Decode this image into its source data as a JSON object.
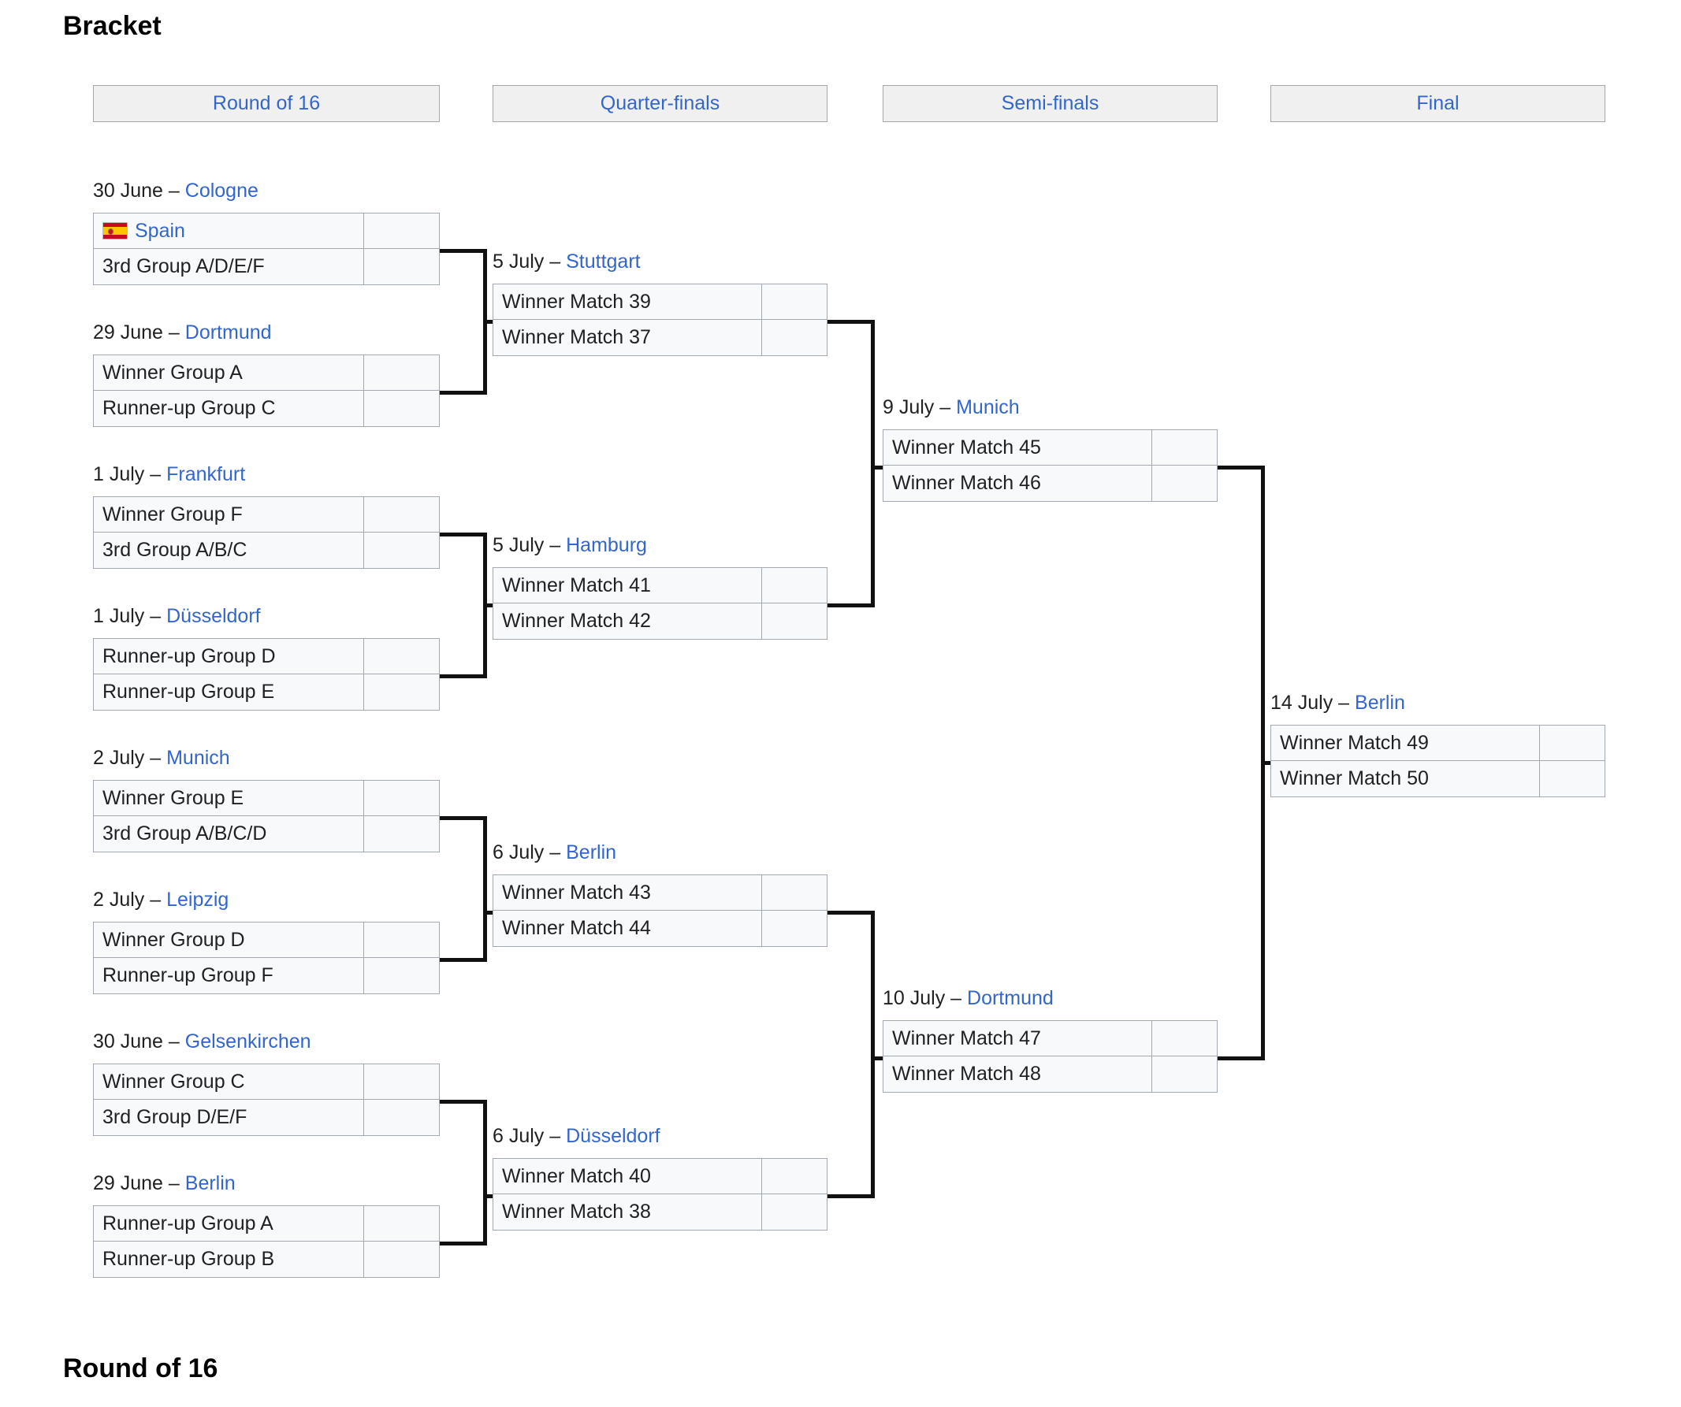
{
  "page": {
    "title": "Bracket",
    "bottom_heading": "Round of 16"
  },
  "colors": {
    "link": "#3366cc",
    "border": "#a2a9b1",
    "cell_bg": "#f8f9fa",
    "head_bg": "#f0f0f0",
    "connector": "#111111",
    "text": "#202122"
  },
  "round_headers": [
    {
      "label": "Round of 16"
    },
    {
      "label": "Quarter-finals"
    },
    {
      "label": "Semi-finals"
    },
    {
      "label": "Final"
    }
  ],
  "bracket_data": {
    "type": "single-elimination-bracket",
    "rounds": [
      "Round of 16",
      "Quarter-finals",
      "Semi-finals",
      "Final"
    ],
    "round_of_16": [
      {
        "date": "30 June",
        "sep": " – ",
        "venue": "Cologne",
        "top": {
          "team": "Spain",
          "is_link": true,
          "flag": "spain-flag",
          "score": ""
        },
        "bottom": {
          "team": "3rd Group A/D/E/F",
          "is_link": false,
          "score": ""
        }
      },
      {
        "date": "29 June",
        "sep": " – ",
        "venue": "Dortmund",
        "top": {
          "team": "Winner Group A",
          "is_link": false,
          "score": ""
        },
        "bottom": {
          "team": "Runner-up Group C",
          "is_link": false,
          "score": ""
        }
      },
      {
        "date": "1 July",
        "sep": " – ",
        "venue": "Frankfurt",
        "top": {
          "team": "Winner Group F",
          "is_link": false,
          "score": ""
        },
        "bottom": {
          "team": "3rd Group A/B/C",
          "is_link": false,
          "score": ""
        }
      },
      {
        "date": "1 July",
        "sep": " – ",
        "venue": "Düsseldorf",
        "top": {
          "team": "Runner-up Group D",
          "is_link": false,
          "score": ""
        },
        "bottom": {
          "team": "Runner-up Group E",
          "is_link": false,
          "score": ""
        }
      },
      {
        "date": "2 July",
        "sep": " – ",
        "venue": "Munich",
        "top": {
          "team": "Winner Group E",
          "is_link": false,
          "score": ""
        },
        "bottom": {
          "team": "3rd Group A/B/C/D",
          "is_link": false,
          "score": ""
        }
      },
      {
        "date": "2 July",
        "sep": " – ",
        "venue": "Leipzig",
        "top": {
          "team": "Winner Group D",
          "is_link": false,
          "score": ""
        },
        "bottom": {
          "team": "Runner-up Group F",
          "is_link": false,
          "score": ""
        }
      },
      {
        "date": "30 June",
        "sep": " – ",
        "venue": "Gelsenkirchen",
        "top": {
          "team": "Winner Group C",
          "is_link": false,
          "score": ""
        },
        "bottom": {
          "team": "3rd Group D/E/F",
          "is_link": false,
          "score": ""
        }
      },
      {
        "date": "29 June",
        "sep": " – ",
        "venue": "Berlin",
        "top": {
          "team": "Runner-up Group A",
          "is_link": false,
          "score": ""
        },
        "bottom": {
          "team": "Runner-up Group B",
          "is_link": false,
          "score": ""
        }
      }
    ],
    "quarter_finals": [
      {
        "date": "5 July",
        "sep": " – ",
        "venue": "Stuttgart",
        "top": {
          "team": "Winner Match 39",
          "score": ""
        },
        "bottom": {
          "team": "Winner Match 37",
          "score": ""
        }
      },
      {
        "date": "5 July",
        "sep": " – ",
        "venue": "Hamburg",
        "top": {
          "team": "Winner Match 41",
          "score": ""
        },
        "bottom": {
          "team": "Winner Match 42",
          "score": ""
        }
      },
      {
        "date": "6 July",
        "sep": " – ",
        "venue": "Berlin",
        "top": {
          "team": "Winner Match 43",
          "score": ""
        },
        "bottom": {
          "team": "Winner Match 44",
          "score": ""
        }
      },
      {
        "date": "6 July",
        "sep": " – ",
        "venue": "Düsseldorf",
        "top": {
          "team": "Winner Match 40",
          "score": ""
        },
        "bottom": {
          "team": "Winner Match 38",
          "score": ""
        }
      }
    ],
    "semi_finals": [
      {
        "date": "9 July",
        "sep": " – ",
        "venue": "Munich",
        "top": {
          "team": "Winner Match 45",
          "score": ""
        },
        "bottom": {
          "team": "Winner Match 46",
          "score": ""
        }
      },
      {
        "date": "10 July",
        "sep": " – ",
        "venue": "Dortmund",
        "top": {
          "team": "Winner Match 47",
          "score": ""
        },
        "bottom": {
          "team": "Winner Match 48",
          "score": ""
        }
      }
    ],
    "final": [
      {
        "date": "14 July",
        "sep": " – ",
        "venue": "Berlin",
        "top": {
          "team": "Winner Match 49",
          "score": ""
        },
        "bottom": {
          "team": "Winner Match 50",
          "score": ""
        }
      }
    ]
  }
}
